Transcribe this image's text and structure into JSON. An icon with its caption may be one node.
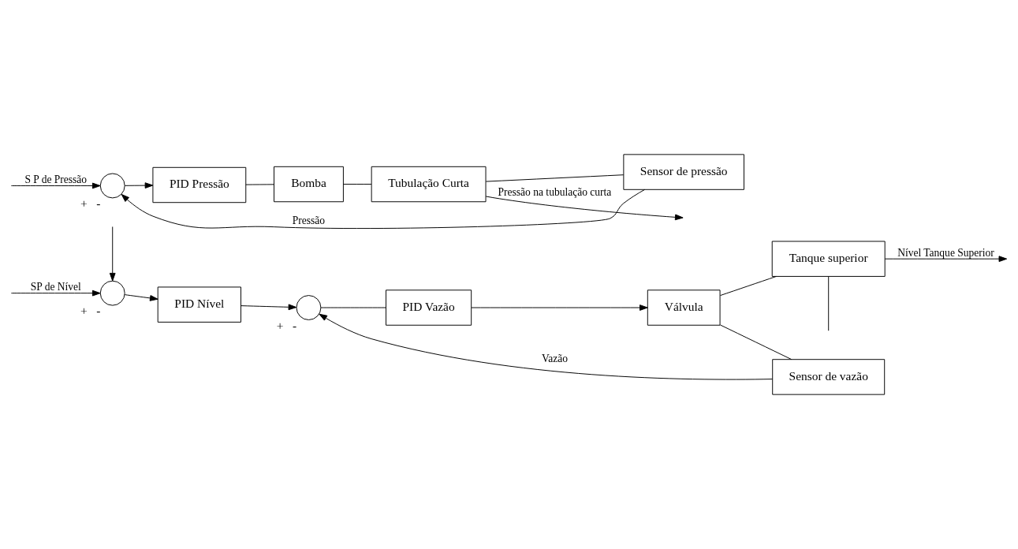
{
  "diagram": {
    "nodes": [
      {
        "text": [],
        "shape": "circle",
        "beside": [
          "+",
          "-"
        ]
      },
      {
        "text": [
          "PID Pressão"
        ]
      },
      {
        "text": [
          "Bomba"
        ]
      },
      {
        "text": [
          "Tubulação Curta"
        ]
      },
      {
        "text": [
          "Sensor de pressão"
        ]
      },
      {
        "text": [],
        "shape": "circle",
        "beside": [
          "+",
          "-"
        ]
      },
      {
        "text": [
          "PID Nível"
        ]
      },
      {
        "text": [],
        "shape": "circle",
        "beside": [
          "+",
          "-"
        ]
      },
      {
        "text": [
          "PID Vazão"
        ]
      },
      {
        "text": [
          "Válvula"
        ]
      },
      {
        "text": [
          "Tanque superior"
        ]
      },
      {
        "text": [
          "Sensor de vazão"
        ]
      }
    ],
    "edges": [
      {
        "from": null,
        "to": 0,
        "arrow": "to",
        "label": "S P de Pressão"
      },
      {
        "from": 0,
        "to": 1,
        "arrow": "to"
      },
      {
        "from": 1,
        "to": 2,
        "arrow": "none"
      },
      {
        "from": 2,
        "to": 3,
        "arrow": "none"
      },
      {
        "from": 3,
        "to": null,
        "arrow": "to",
        "label": "Pressão na tubulação curta"
      },
      {
        "from": 3,
        "to": 4,
        "arrow": "none"
      },
      {
        "from": 4,
        "to": 0,
        "arrow": "to",
        "label": "Pressão"
      },
      {
        "from": null,
        "to": 5,
        "arrow": "to",
        "label": "SP de Nível"
      },
      {
        "from": 5,
        "to": 6,
        "arrow": "to"
      },
      {
        "from": 6,
        "to": 7,
        "arrow": "to"
      },
      {
        "from": 7,
        "to": 8,
        "arrow": "none"
      },
      {
        "from": 8,
        "to": 9,
        "arrow": "to"
      },
      {
        "from": 9,
        "to": 10,
        "arrow": "none"
      },
      {
        "from": 10,
        "to": null,
        "arrow": "to",
        "label": "Nível Tanque Superior"
      },
      {
        "from": 9,
        "to": 11,
        "arrow": "none"
      },
      {
        "from": 11,
        "to": 7,
        "arrow": "to",
        "label": "Vazão"
      },
      {
        "from": null,
        "to": 5,
        "arrow": "to"
      },
      {
        "from": 10,
        "to": null,
        "arrow": "none"
      }
    ]
  }
}
